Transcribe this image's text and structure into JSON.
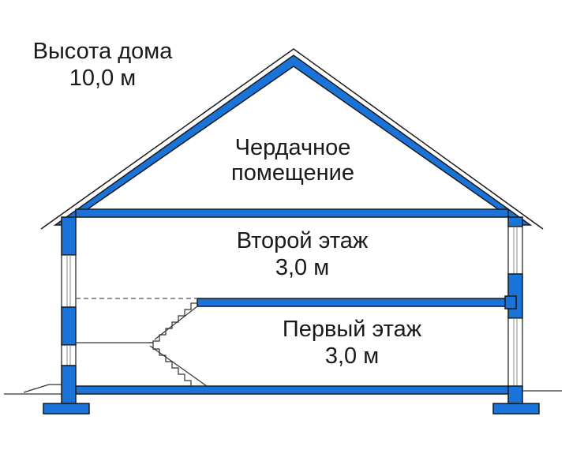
{
  "house_height": {
    "caption": "Высота дома",
    "value": "10,0 м"
  },
  "attic": {
    "line1": "Чердачное",
    "line2": "помещение"
  },
  "second_floor": {
    "name": "Второй этаж",
    "height": "3,0 м"
  },
  "first_floor": {
    "name": "Первый этаж",
    "height": "3,0 м"
  },
  "colors": {
    "structure_fill": "#1a73d9",
    "structure_outline": "#1a1a1a",
    "thin_line": "#333333",
    "window_line": "#888888",
    "text": "#1a1a1a"
  }
}
